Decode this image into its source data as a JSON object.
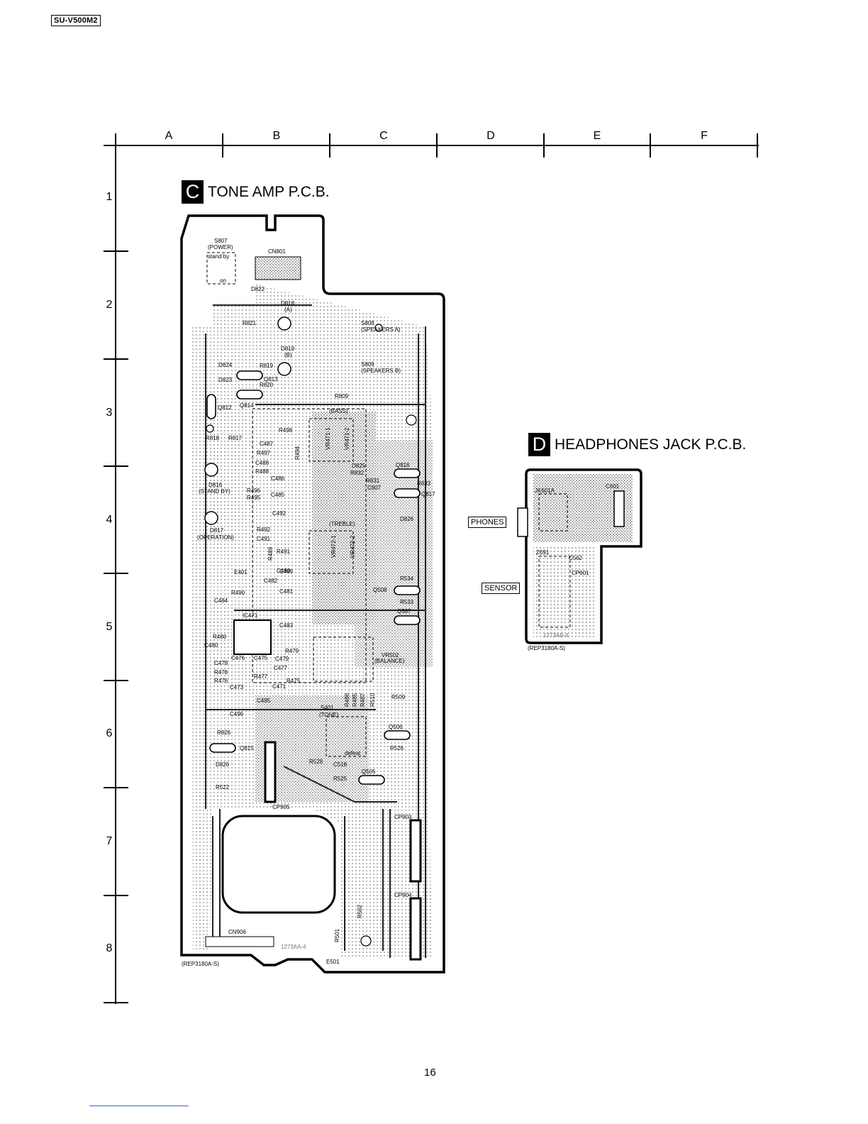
{
  "header": {
    "model": "SU-V500M2"
  },
  "grid": {
    "columns": [
      "A",
      "B",
      "C",
      "D",
      "E",
      "F"
    ],
    "rows": [
      "1",
      "2",
      "3",
      "4",
      "5",
      "6",
      "7",
      "8"
    ]
  },
  "boards": {
    "tone_amp": {
      "letter": "C",
      "title": "TONE AMP P.C.B.",
      "part_number": "(REP3180A-S)",
      "silk": "1273AA-4"
    },
    "headphones": {
      "letter": "D",
      "title": "HEADPHONES JACK P.C.B.",
      "part_number": "(REP3180A-S)",
      "silk": "1273AB-4"
    }
  },
  "side_labels": {
    "phones": "PHONES",
    "sensor": "SENSOR"
  },
  "components_c": [
    "S807",
    "(POWER)",
    "stand by",
    "on",
    "CN801",
    "D822",
    "D818",
    "(A)",
    "R821",
    "S808",
    "(SPEAKERS A)",
    "D819",
    "(B)",
    "S809",
    "(SPEAKERS B)",
    "D824",
    "R819",
    "Q813",
    "D823",
    "R820",
    "R809",
    "Q812",
    "Q814",
    "(BASS)",
    "R498",
    "VR471-1",
    "VR471-2",
    "R818",
    "R817",
    "C487",
    "R497",
    "C488",
    "R488",
    "R494",
    "D825",
    "Q816",
    "R832",
    "R833",
    "R831",
    "C807",
    "Q817",
    "D826",
    "D816",
    "(STAND BY)",
    "C486",
    "R496",
    "R495",
    "C485",
    "C492",
    "(TREBLE)",
    "D817",
    "(OPERATION)",
    "R492",
    "VR472-1",
    "VR472-2",
    "C491",
    "R491",
    "R489",
    "C490",
    "C489",
    "E401",
    "C482",
    "R490",
    "C481",
    "R534",
    "Q508",
    "R533",
    "C484",
    "Q507",
    "IC471",
    "C483",
    "R480",
    "R479",
    "C480",
    "VR502",
    "(BALANCE)",
    "C476",
    "C475",
    "C479",
    "C478",
    "C477",
    "R478",
    "R477",
    "R475",
    "R476",
    "C473",
    "C471",
    "C495",
    "R509",
    "S401",
    "(TONE)",
    "R486",
    "R485",
    "R487",
    "R510",
    "C496",
    "Q506",
    "R826",
    "Q815",
    "defeat",
    "R526",
    "R528",
    "C518",
    "Q505",
    "D826",
    "R525",
    "R522",
    "CP905",
    "CP903",
    "CP904",
    "R502",
    "R501",
    "CN906",
    "E501"
  ],
  "components_d": [
    "JK601A",
    "C601",
    "Z691",
    "C562",
    "CP601"
  ]
}
